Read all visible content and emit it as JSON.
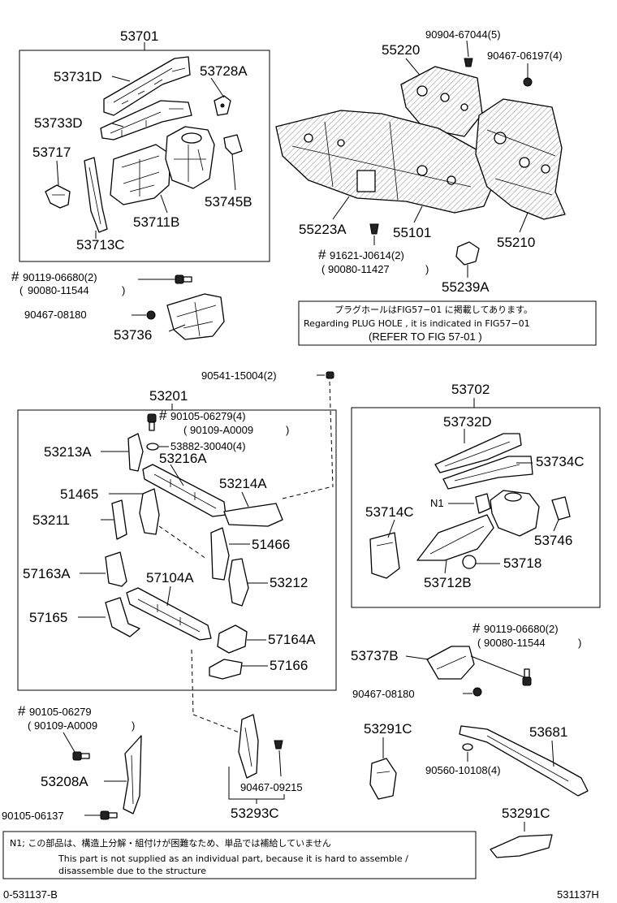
{
  "labels": {
    "l53701": "53701",
    "l53731D": "53731D",
    "l53728A": "53728A",
    "l53733D": "53733D",
    "l53717": "53717",
    "l53711B": "53711B",
    "l53745B": "53745B",
    "l53713C": "53713C",
    "l90119_a": "90119-06680(2)",
    "l90080_a": "90080-11544",
    "l90467_08180_a": "90467-08180",
    "l53736": "53736",
    "l90904": "90904-67044(5)",
    "l55220": "55220",
    "l90467_06197": "90467-06197(4)",
    "l55223A": "55223A",
    "l55101": "55101",
    "l55210": "55210",
    "l91621": "91621-J0614(2)",
    "l90080_11427": "90080-11427",
    "l55239A": "55239A",
    "l90541": "90541-15004(2)",
    "l53201": "53201",
    "l90105_4": "90105-06279(4)",
    "l90109_a": "90109-A0009",
    "l53213A": "53213A",
    "l53882": "53882-30040(4)",
    "l53216A": "53216A",
    "l53214A": "53214A",
    "l51465": "51465",
    "l53211": "53211",
    "l51466": "51466",
    "l57163A": "57163A",
    "l57104A": "57104A",
    "l53212": "53212",
    "l57165": "57165",
    "l57164A": "57164A",
    "l57166": "57166",
    "l53702": "53702",
    "l53732D": "53732D",
    "l53734C": "53734C",
    "lN1": "N1",
    "l53714C": "53714C",
    "l53746": "53746",
    "l53712B": "53712B",
    "l53718": "53718",
    "l90119_b": "90119-06680(2)",
    "l90080_b": "90080-11544",
    "l53737B": "53737B",
    "l90467_08180_b": "90467-08180",
    "l90105_b": "90105-06279",
    "l90109_b": "90109-A0009",
    "l53291C_a": "53291C",
    "l53681": "53681",
    "l90560": "90560-10108(4)",
    "l53208A": "53208A",
    "l90467_09215": "90467-09215",
    "l90105_06137": "90105-06137",
    "l53293C": "53293C",
    "l53291C_b": "53291C",
    "hash": "#"
  },
  "plug_note": {
    "jp": "プラグホールはFIG57−01 に掲載してあります。",
    "en": "Regarding PLUG HOLE , it is indicated in FIG57−01",
    "ref": "(REFER TO FIG  57-01   )"
  },
  "footnote": {
    "jp": "N1; この部品は、構造上分解・組付けが困難なため、単品では補給していません",
    "en1": "This part is not supplied as an individual part, because it is hard to assemble /",
    "en2": "disassemble due to the structure"
  },
  "footer": {
    "left": "0-531137-B",
    "right": "531137H"
  }
}
